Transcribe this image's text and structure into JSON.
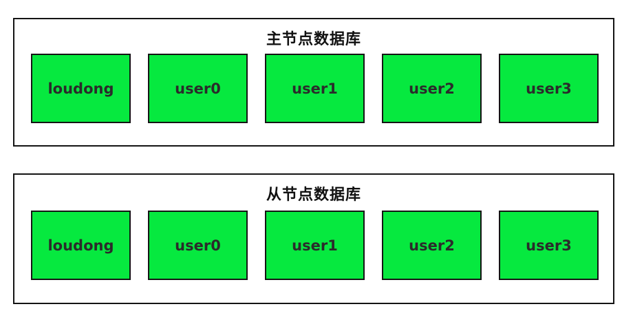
{
  "diagram": {
    "panels": [
      {
        "title": "主节点数据库",
        "boxes": [
          "loudong",
          "user0",
          "user1",
          "user2",
          "user3"
        ]
      },
      {
        "title": "从节点数据库",
        "boxes": [
          "loudong",
          "user0",
          "user1",
          "user2",
          "user3"
        ]
      }
    ]
  },
  "colors": {
    "box_fill": "#06e93f",
    "box_border": "#141414",
    "panel_border": "#141414",
    "box_text": "#2b2b2b",
    "title_text": "#111111",
    "background": "#ffffff"
  }
}
